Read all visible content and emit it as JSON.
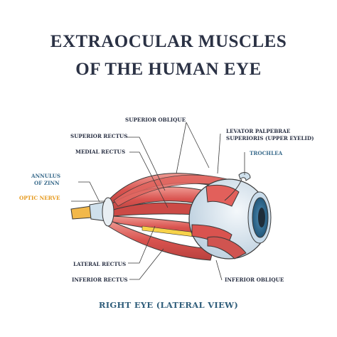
{
  "title": {
    "line1": "EXTRAOCULAR MUSCLES",
    "line2": "OF THE HUMAN EYE"
  },
  "labels": {
    "superior_oblique": "SUPERIOR OBLIQUE",
    "superior_rectus": "SUPERIOR RECTUS",
    "medial_rectus": "MEDIAL RECTUS",
    "levator_line1": "LEVATOR PALPEBRAE",
    "levator_line2": "SUPERIORIS (UPPER EYELID)",
    "trochlea": "TROCHLEA",
    "annulus_line1": "ANNULUS",
    "annulus_line2": "OF ZINN",
    "optic_nerve": "OPTIC NERVE",
    "lateral_rectus": "LATERAL RECTUS",
    "inferior_rectus": "INFERIOR RECTUS",
    "inferior_oblique": "INFERIOR OBLIQUE"
  },
  "caption": "RIGHT EYE (LATERAL VIEW)",
  "colors": {
    "title": "#2b3245",
    "label": "#2b3245",
    "label_blue": "#3a6b8c",
    "optic_nerve": "#e69a1e",
    "muscle": "#d9534f",
    "muscle_light": "#ec8a84",
    "sclera": "#dfe9f1",
    "iris": "#2f6f96",
    "pupil": "#1e2d3a"
  }
}
